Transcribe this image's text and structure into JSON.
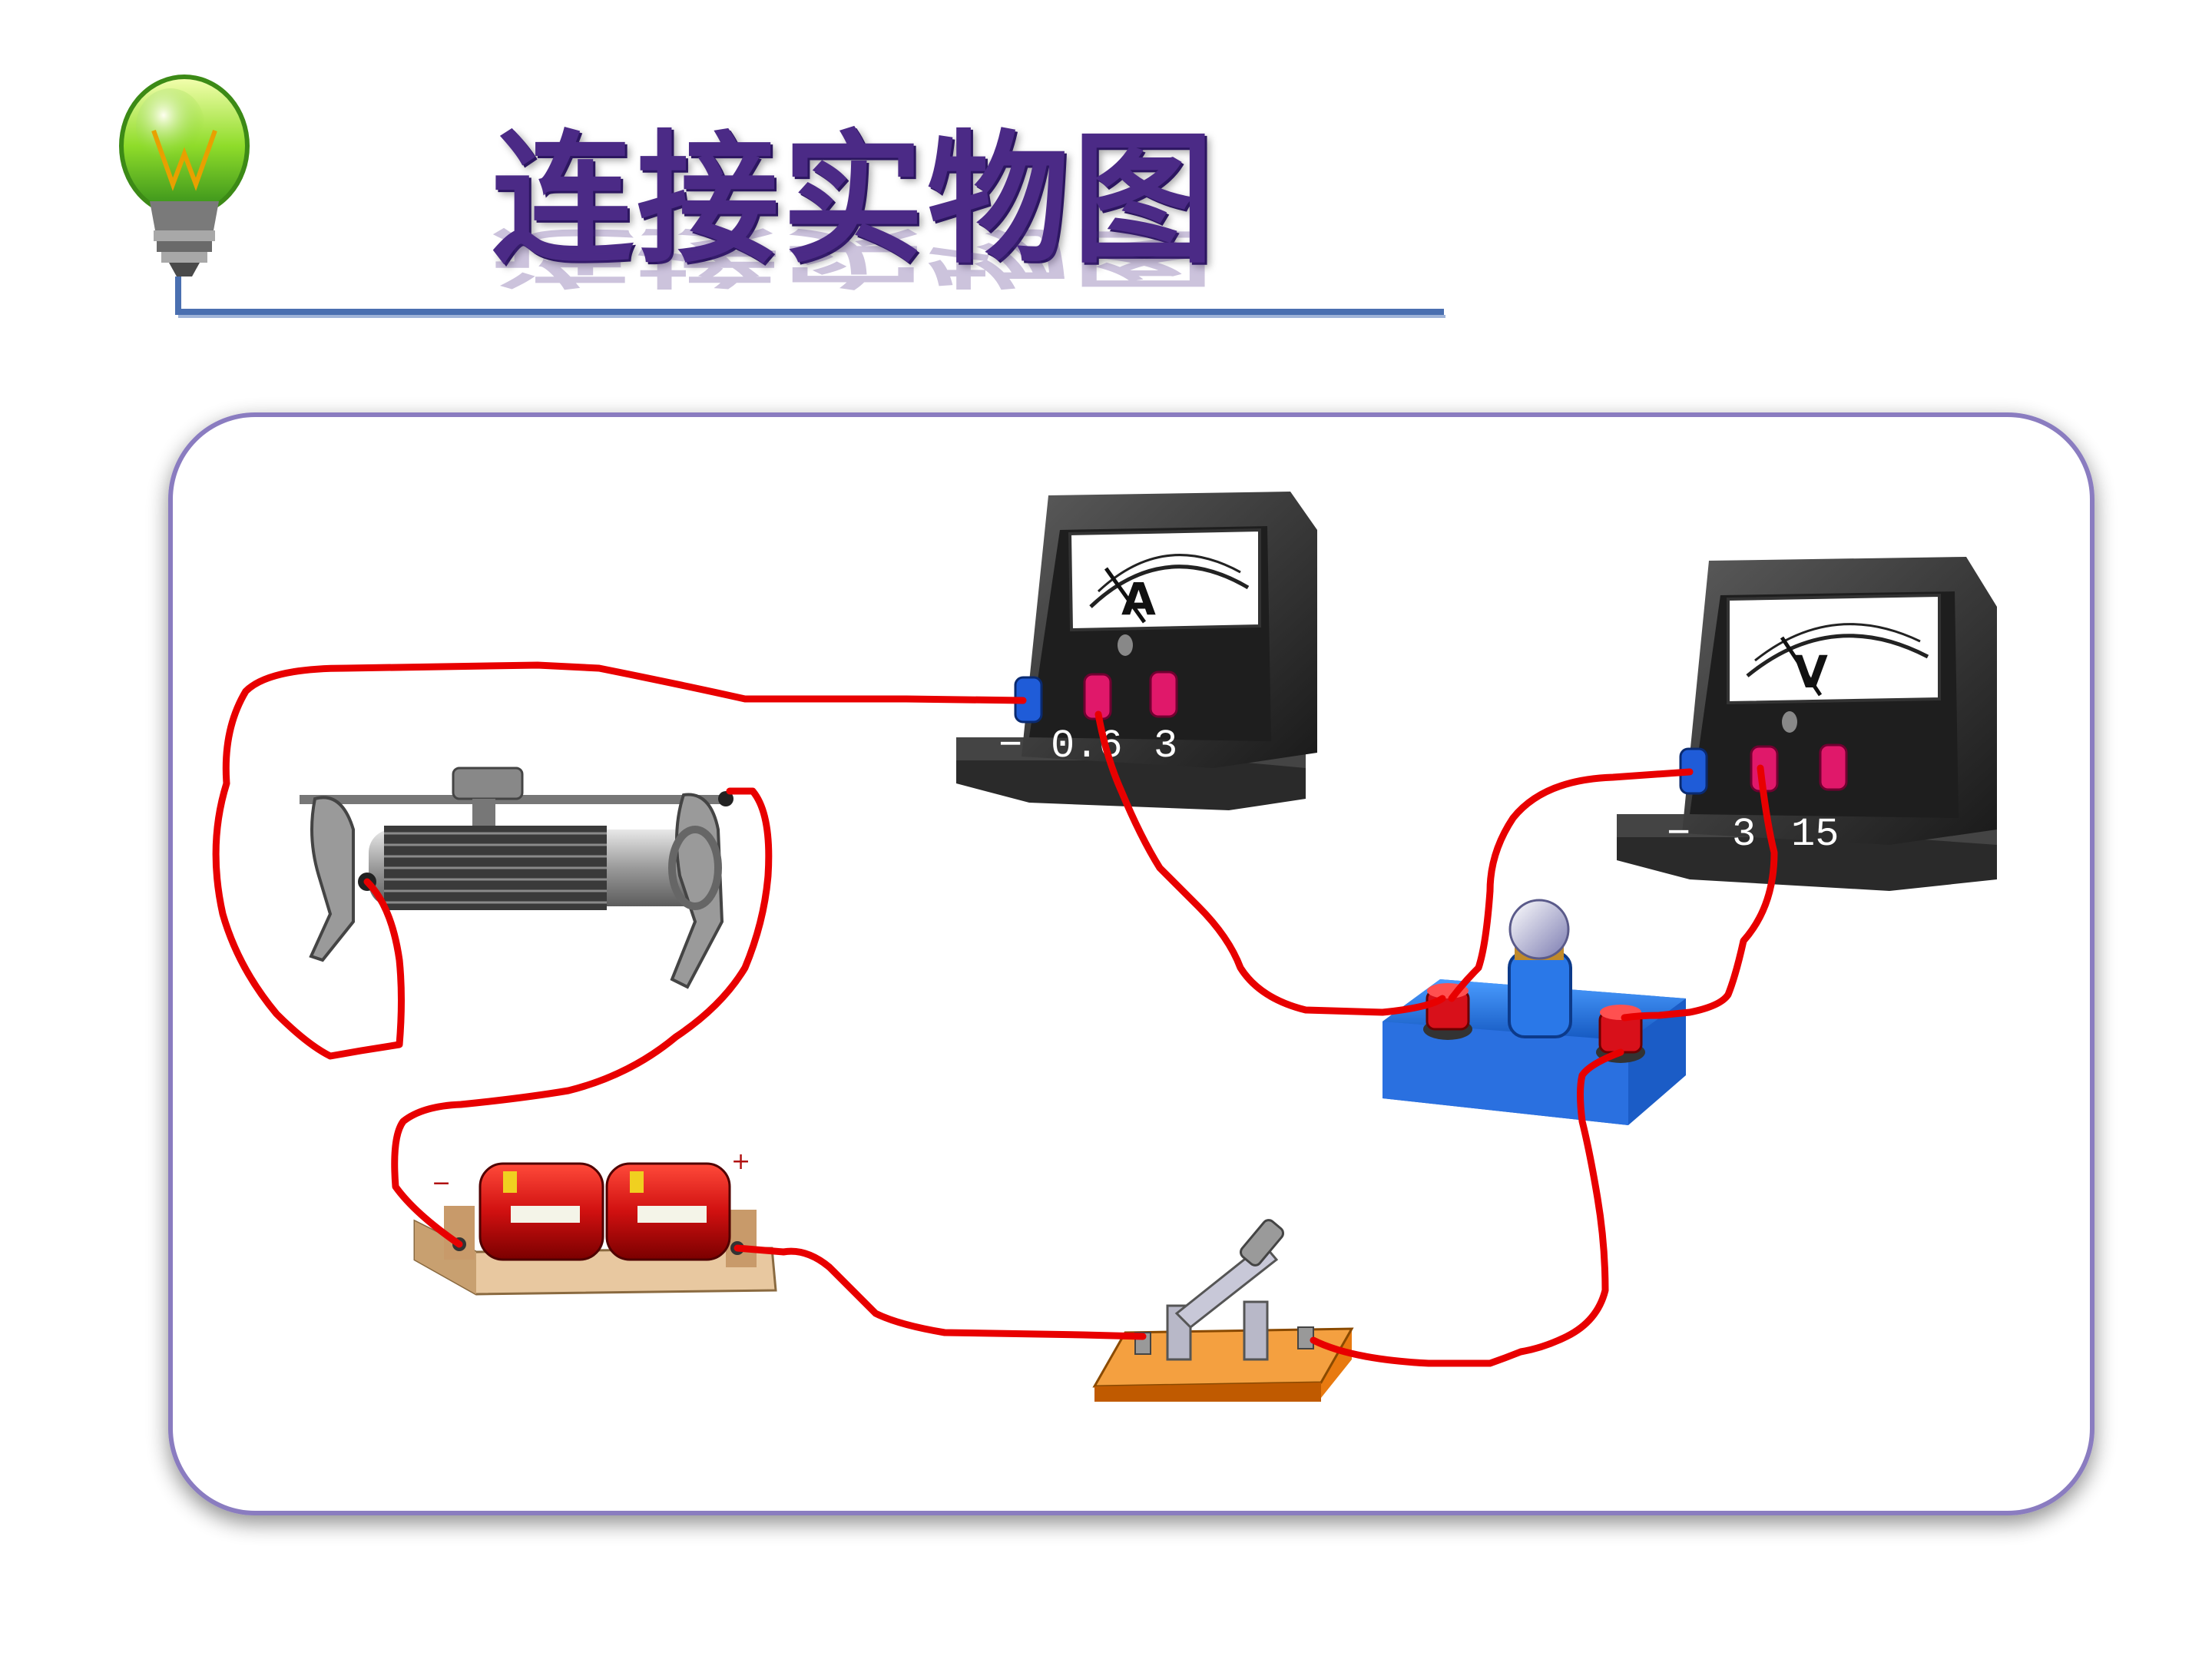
{
  "title": "连接实物图",
  "colors": {
    "title": "#4b2a86",
    "header_line": "#4a6fb0",
    "panel_border": "#8a7cc0",
    "wire": "#e80000"
  },
  "ammeter": {
    "label": "A",
    "terminals": {
      "neg": "−",
      "low": "0.6",
      "high": "3"
    }
  },
  "voltmeter": {
    "label": "V",
    "terminals": {
      "neg": "−",
      "low": "3",
      "high": "15"
    }
  },
  "battery": {
    "neg_label": "−",
    "pos_label": "+"
  },
  "icons": [
    "lightbulb-icon"
  ]
}
